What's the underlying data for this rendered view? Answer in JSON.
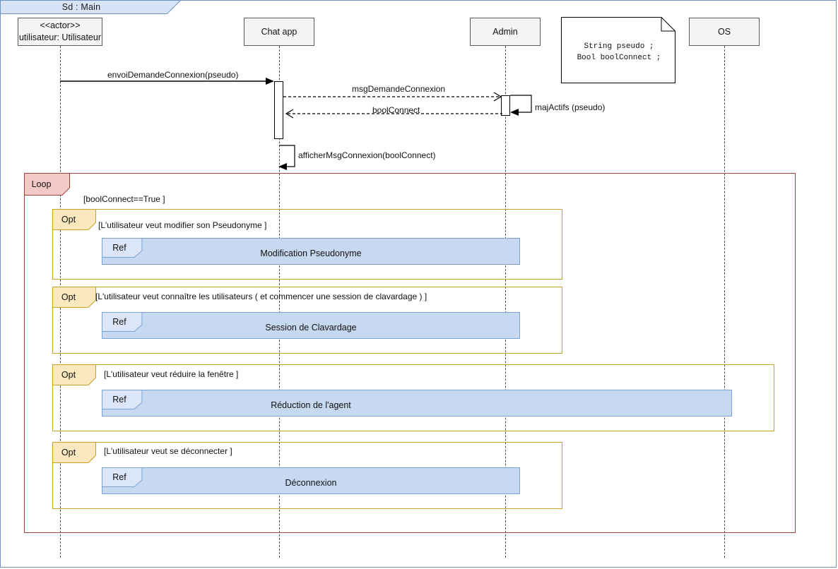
{
  "diagram": {
    "kind": "uml-sequence-diagram",
    "frame_title": "Sd :  Main",
    "colors": {
      "frame_border": "#6f91c4",
      "frame_tab_fill": "#d7e4f7",
      "lifeline_head_fill": "#f4f4f4",
      "lifeline_head_border": "#5b5b5b",
      "loop_border": "#a3413b",
      "loop_tag_fill": "#f2c9c6",
      "opt_border": "#c9a227",
      "opt_tag_fill": "#fbe8bf",
      "ref_fill": "#c7d9f1",
      "ref_tag_fill": "#dbe7f8",
      "ref_border": "#7ba2d6"
    }
  },
  "lifelines": [
    {
      "id": "user",
      "stereotype": "<<actor>>",
      "label": "utilisateur: Utilisateur"
    },
    {
      "id": "chat",
      "stereotype": "",
      "label": "Chat app"
    },
    {
      "id": "admin",
      "stereotype": "",
      "label": "Admin"
    },
    {
      "id": "os",
      "stereotype": "",
      "label": "OS"
    }
  ],
  "note": {
    "line1": "String pseudo ;",
    "line2": "Bool boolConnect ;"
  },
  "messages": [
    {
      "id": "m1",
      "label": "envoiDemandeConnexion(pseudo)",
      "from": "user",
      "to": "chat",
      "style": "solid-filled"
    },
    {
      "id": "m2",
      "label": "msgDemandeConnexion",
      "from": "chat",
      "to": "admin",
      "style": "dashed-open"
    },
    {
      "id": "m3",
      "label": "boolConnect",
      "from": "admin",
      "to": "chat",
      "style": "dashed-open"
    },
    {
      "id": "m4",
      "label": "majActifs (pseudo)",
      "from": "admin",
      "to": "admin",
      "style": "self-solid"
    },
    {
      "id": "m5",
      "label": "afficherMsgConnexion(boolConnect)",
      "from": "chat",
      "to": "chat",
      "style": "self-solid"
    }
  ],
  "loop_fragment": {
    "tag": "Loop",
    "guard": "[boolConnect==True ]"
  },
  "opt_fragments": [
    {
      "tag": "Opt",
      "guard": "[L'utilisateur veut modifier son Pseudonyme ]",
      "ref": {
        "tag": "Ref",
        "title": "Modification Pseudonyme"
      }
    },
    {
      "tag": "Opt",
      "guard": "[L'utilisateur veut connaître les utilisateurs ( et commencer une session de clavardage ) ]",
      "ref": {
        "tag": "Ref",
        "title": "Session de Clavardage"
      }
    },
    {
      "tag": "Opt",
      "guard": "[L'utilisateur veut réduire la fenêtre ]",
      "ref": {
        "tag": "Ref",
        "title": "Réduction de l'agent"
      }
    },
    {
      "tag": "Opt",
      "guard": "[L'utilisateur veut se déconnecter ]",
      "ref": {
        "tag": "Ref",
        "title": "Déconnexion"
      }
    }
  ]
}
